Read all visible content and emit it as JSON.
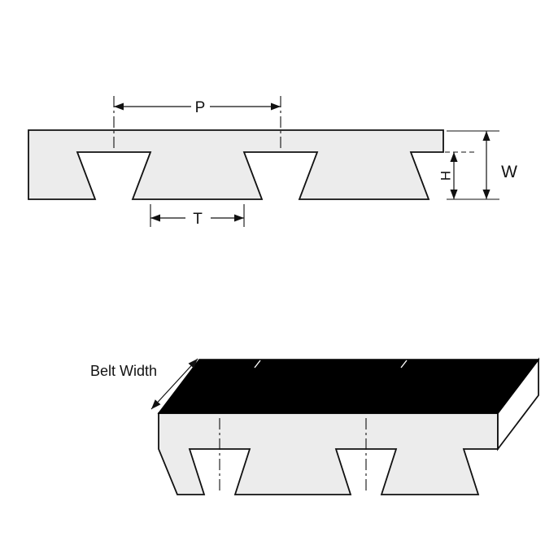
{
  "diagram": {
    "type": "timing-belt-dimension-diagram",
    "labels": {
      "pitch": "P",
      "tooth_width": "T",
      "tooth_height": "H",
      "overall_thickness": "W",
      "belt_width": "Belt Width"
    },
    "colors": {
      "belt_fill": "#ececec",
      "line": "#111111",
      "top_face": "#000000",
      "background": "#ffffff"
    }
  }
}
